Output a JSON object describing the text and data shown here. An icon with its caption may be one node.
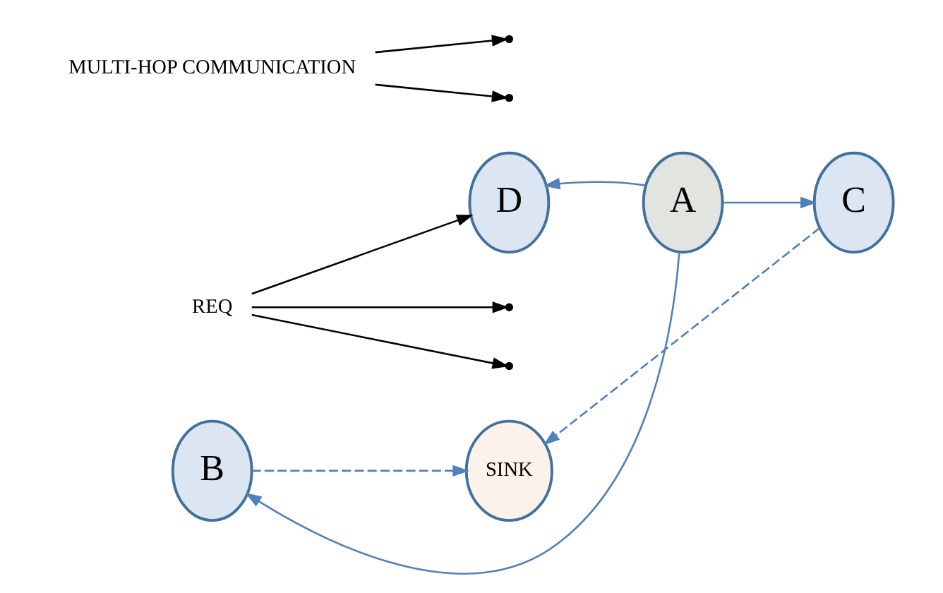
{
  "diagram": {
    "nodes": [
      {
        "text": [
          "REQ"
        ]
      },
      {
        "text": [
          "B"
        ]
      },
      {
        "text": [
          "MULTI-HOP COMMUNICATION"
        ]
      },
      {
        "text": [
          "D"
        ]
      },
      {
        "text": [
          "A"
        ]
      },
      {
        "text": [
          "SINK"
        ]
      },
      {
        "text": [
          "C"
        ]
      }
    ],
    "edges": [
      {
        "from": 4,
        "to": 1,
        "arrow": "to",
        "color": "#4f81bd"
      },
      {
        "from": 4,
        "to": 3,
        "arrow": "to",
        "color": "#4f81bd"
      },
      {
        "from": 4,
        "to": 6,
        "arrow": "to",
        "color": "#4f81bd"
      },
      {
        "from": 1,
        "to": 5,
        "arrow": "to",
        "style": "dashed",
        "color": "#4f81bd"
      },
      {
        "from": 6,
        "to": 5,
        "arrow": "to",
        "style": "dashed",
        "color": "#4f81bd"
      },
      {
        "from": 0,
        "to": 3,
        "arrow": "to",
        "color": "#000000"
      },
      {
        "from": 0,
        "to": null,
        "arrow": "to",
        "color": "#000000"
      },
      {
        "from": 0,
        "to": null,
        "arrow": "to",
        "color": "#000000"
      },
      {
        "from": 2,
        "to": null,
        "arrow": "to",
        "color": "#000000"
      },
      {
        "from": 2,
        "to": null,
        "arrow": "to",
        "color": "#000000"
      }
    ]
  }
}
